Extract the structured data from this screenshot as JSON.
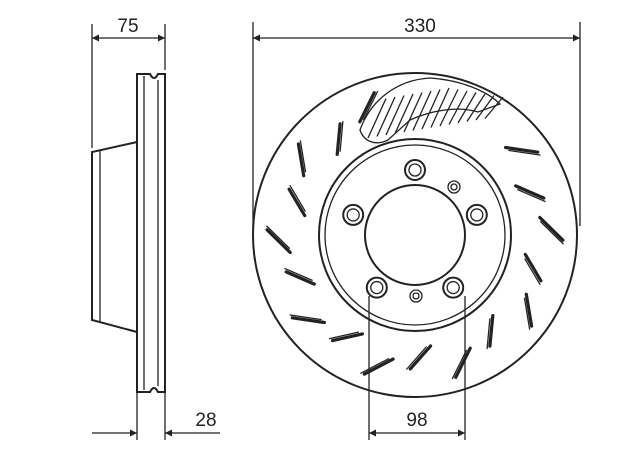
{
  "dimensions": {
    "width_hat": "75",
    "disc_diameter": "330",
    "disc_thickness": "28",
    "bolt_circle": "98"
  },
  "colors": {
    "line": "#222222",
    "background": "#ffffff"
  }
}
